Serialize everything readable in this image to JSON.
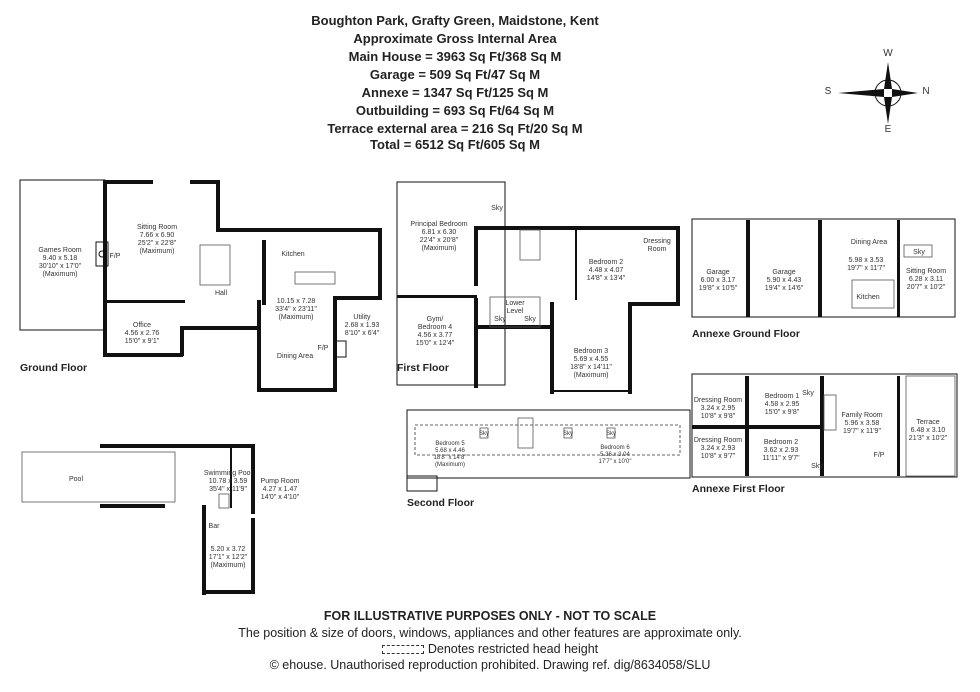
{
  "header": {
    "address": "Boughton Park, Grafty Green, Maidstone, Kent",
    "subtitle": "Approximate Gross Internal Area",
    "areas": [
      "Main House = 3963 Sq Ft/368 Sq M",
      "Garage = 509 Sq Ft/47 Sq M",
      "Annexe = 1347 Sq Ft/125 Sq M",
      "Outbuilding = 693 Sq Ft/64 Sq M",
      "Terrace external area = 216 Sq Ft/20 Sq M",
      "Total = 6512 Sq Ft/605 Sq M"
    ]
  },
  "compass": {
    "n": "N",
    "s": "S",
    "e": "E",
    "w": "W"
  },
  "floors": {
    "ground": "Ground Floor",
    "first": "First Floor",
    "second": "Second Floor",
    "annexe_ground": "Annexe Ground Floor",
    "annexe_first": "Annexe First Floor"
  },
  "rooms": {
    "games": [
      "Games Room",
      "9.40 x 5.18",
      "30'10\" x 17'0\"",
      "(Maximum)"
    ],
    "sitting": [
      "Sitting Room",
      "7.66 x 6.90",
      "25'2\" x 22'8\"",
      "(Maximum)"
    ],
    "fp1": "F/P",
    "office": [
      "Office",
      "4.56 x 2.76",
      "15'0\" x 9'1\""
    ],
    "hall": "Hall",
    "kitchen": "Kitchen",
    "kitchen_dims": [
      "10.15 x 7.28",
      "33'4\" x 23'11\"",
      "(Maximum)"
    ],
    "utility": [
      "Utility",
      "2.68 x 1.93",
      "8'10\" x 6'4\""
    ],
    "fp2": "F/P",
    "dining": "Dining Area",
    "principal": [
      "Principal Bedroom",
      "6.81 x 6.30",
      "22'4\" x 20'8\"",
      "(Maximum)"
    ],
    "bed2": [
      "Bedroom 2",
      "4.48 x 4.07",
      "14'8\" x 13'4\""
    ],
    "dressing": [
      "Dressing",
      "Room"
    ],
    "lower": [
      "Lower",
      "Level"
    ],
    "gym": [
      "Gym/",
      "Bedroom 4",
      "4.56 x 3.77",
      "15'0\" x 12'4\""
    ],
    "bed3": [
      "Bedroom 3",
      "5.69 x 4.55",
      "18'8\" x 14'11\"",
      "(Maximum)"
    ],
    "bed5": [
      "Bedroom 5",
      "5.68 x 4.46",
      "18'8\" x 14'8\"",
      "(Maximum)"
    ],
    "bed6": [
      "Bedroom 6",
      "5.36 x 3.04",
      "17'7\" x 10'0\""
    ],
    "sky": "Sky",
    "garage1": [
      "Garage",
      "6.00 x 3.17",
      "19'8\" x 10'5\""
    ],
    "garage2": [
      "Garage",
      "5.90 x 4.43",
      "19'4\" x 14'6\""
    ],
    "a_dining": "Dining Area",
    "a_dining_dims": [
      "5.98 x 3.53",
      "19'7\" x 11'7\""
    ],
    "a_kitchen": "Kitchen",
    "a_sitting": [
      "Sitting Room",
      "6.28 x 3.11",
      "20'7\" x 10'2\""
    ],
    "a_dress1": [
      "Dressing Room",
      "3.24 x 2.95",
      "10'8\" x 9'8\""
    ],
    "a_bed1": [
      "Bedroom 1",
      "4.58 x 2.95",
      "15'0\" x 9'8\""
    ],
    "a_dress2": [
      "Dressing Room",
      "3.24 x 2.93",
      "10'8\" x 9'7\""
    ],
    "a_bed2": [
      "Bedroom 2",
      "3.62 x 2.93",
      "11'11\" x 9'7\""
    ],
    "a_family": [
      "Family Room",
      "5.96 x 3.58",
      "19'7\" x 11'9\""
    ],
    "a_fp": "F/P",
    "a_terrace": [
      "Terrace",
      "6.48 x 3.10",
      "21'3\" x 10'2\""
    ],
    "pool": "Pool",
    "swim": [
      "Swimming Pool",
      "10.78 x 3.59",
      "35'4\" x 11'9\""
    ],
    "pump": [
      "Pump Room",
      "4.27 x 1.47",
      "14'0\" x 4'10\""
    ],
    "bar": "Bar",
    "bar_room": [
      "5.20 x 3.72",
      "17'1\" x 12'2\"",
      "(Maximum)"
    ]
  },
  "footer": {
    "disclaimer": "FOR ILLUSTRATIVE PURPOSES ONLY - NOT TO SCALE",
    "note": "The position & size of doors, windows, appliances and other features are approximate only.",
    "legend": "Denotes restricted head height",
    "copyright": "© ehouse. Unauthorised reproduction prohibited. Drawing ref. dig/8634058/SLU"
  }
}
